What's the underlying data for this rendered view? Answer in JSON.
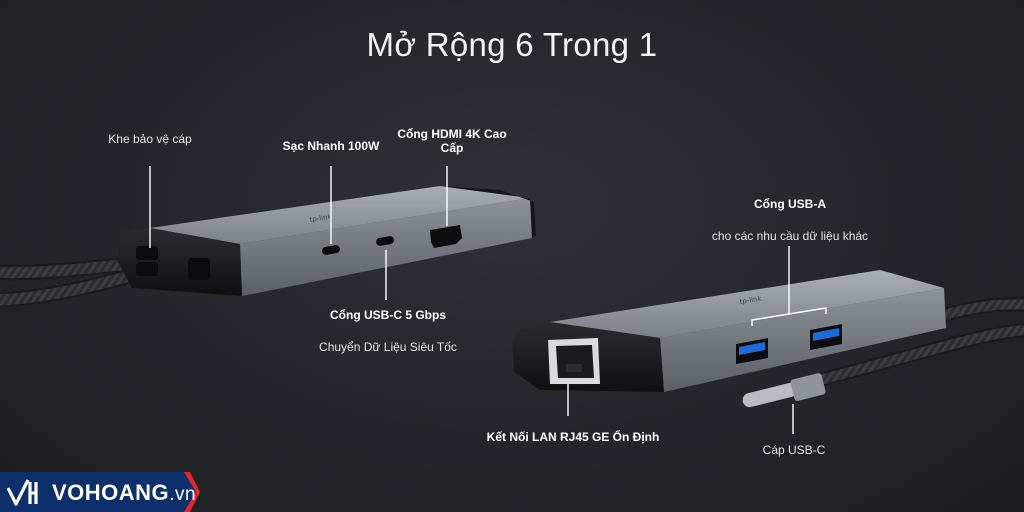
{
  "title": "Mở Rộng 6 Trong 1",
  "labels": {
    "cable_guard": "Khe bảo vệ cáp",
    "fast_charge": "Sạc Nhanh 100W",
    "hdmi": "Cổng HDMI 4K Cao Cấp",
    "usbc_port": "Cổng USB-C 5 Gbps",
    "usbc_port_desc": "Chuyển Dữ Liệu Siêu Tốc",
    "usba": "Cổng USB-A",
    "usba_desc": "cho các nhu cầu dữ liệu khác",
    "lan": "Kết Nối LAN RJ45 GE Ổn Định",
    "usbc_cable": "Cáp USB-C"
  },
  "brand": {
    "name": "VOHOANG",
    "tld": ".vn"
  },
  "colors": {
    "background": "#23262a",
    "hub_body": "#8e949a",
    "hub_cap": "#1a1b1d",
    "brand_bar": "#0d2f6b",
    "brand_accent": "#e9252b"
  }
}
